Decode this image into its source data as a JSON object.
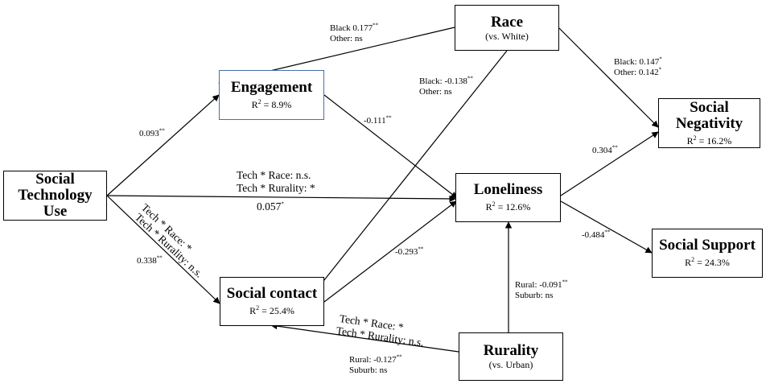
{
  "nodes": {
    "race": {
      "title": "Race",
      "sub": "(vs. White)"
    },
    "engagement": {
      "title": "Engagement",
      "r2_pre": "R",
      "r2_sup": "2",
      "r2_post": " = 8.9%"
    },
    "social_negativity": {
      "title_line1": "Social",
      "title_line2": "Negativity",
      "r2_pre": "R",
      "r2_sup": "2",
      "r2_post": " = 16.2%"
    },
    "social_tech_use": {
      "line1": "Social",
      "line2": "Technology",
      "line3": "Use"
    },
    "loneliness": {
      "title": "Loneliness",
      "r2_pre": "R",
      "r2_sup": "2",
      "r2_post": " = 12.6%"
    },
    "social_support": {
      "title": "Social Support",
      "r2_pre": "R",
      "r2_sup": "2",
      "r2_post": " = 24.3%"
    },
    "social_contact": {
      "title": "Social contact",
      "r2_pre": "R",
      "r2_sup": "2",
      "r2_post": " = 25.4%"
    },
    "rurality": {
      "title": "Rurality",
      "sub": "(vs. Urban)"
    }
  },
  "edge_labels": {
    "race_engagement": {
      "l1": "Black 0.177",
      "l1_sup": "**",
      "l2": "Other: ns"
    },
    "race_contact": {
      "l1": "Black: -0.138",
      "l1_sup": "**",
      "l2": "Other: ns"
    },
    "race_negativity": {
      "l1": "Black: 0.147",
      "l1_sup": "*",
      "l2": "Other: 0.142",
      "l2_sup": "*"
    },
    "tech_engagement": {
      "value": "0.093",
      "sup": "**"
    },
    "engagement_loneliness": {
      "value": "-0.111",
      "sup": "**"
    },
    "loneliness_negativity": {
      "value": "0.304",
      "sup": "**"
    },
    "loneliness_support": {
      "value": "-0.484",
      "sup": "**"
    },
    "tech_loneliness": {
      "l1": "Tech * Race: n.s.",
      "l2": "Tech * Rurality: *",
      "value": "0.057",
      "sup": "*"
    },
    "tech_contact": {
      "l1": "Tech * Race: *",
      "l2": "Tech * Rurality: n.s.",
      "value": "0.338",
      "sup": "**"
    },
    "contact_loneliness": {
      "value": "-0.293",
      "sup": "**"
    },
    "rurality_loneliness": {
      "l1": "Rural: -0.091",
      "l1_sup": "**",
      "l2": "Suburb: ns"
    },
    "rurality_contact": {
      "l1": "Tech * Race: *",
      "l2": "Tech * Rurality: n.s.",
      "l3": "Rural: -0.127",
      "l3_sup": "**",
      "l4": "Suburb: ns"
    }
  },
  "colors": {
    "engagement_border": "#4a6fa5",
    "line": "#000000"
  }
}
